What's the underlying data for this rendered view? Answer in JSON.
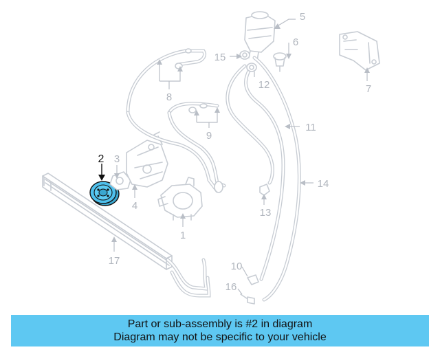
{
  "diagram": {
    "colors": {
      "highlight_fill": "#4ec0ec",
      "line_art": "#c7ccd3",
      "callout_text": "#b0b5bd",
      "active_callout": "#111111"
    },
    "callouts": {
      "c1": "1",
      "c2": "2",
      "c3": "3",
      "c4": "4",
      "c5": "5",
      "c6": "6",
      "c7": "7",
      "c8": "8",
      "c9": "9",
      "c10": "10",
      "c11": "11",
      "c12": "12",
      "c13": "13",
      "c14": "14",
      "c15": "15",
      "c16": "16",
      "c17": "17"
    },
    "highlighted_part": "2"
  },
  "banner": {
    "line1": "Part or sub-assembly is #2 in diagram",
    "line2": "Diagram may not be specific to your vehicle",
    "background": "#5ec8f2"
  }
}
